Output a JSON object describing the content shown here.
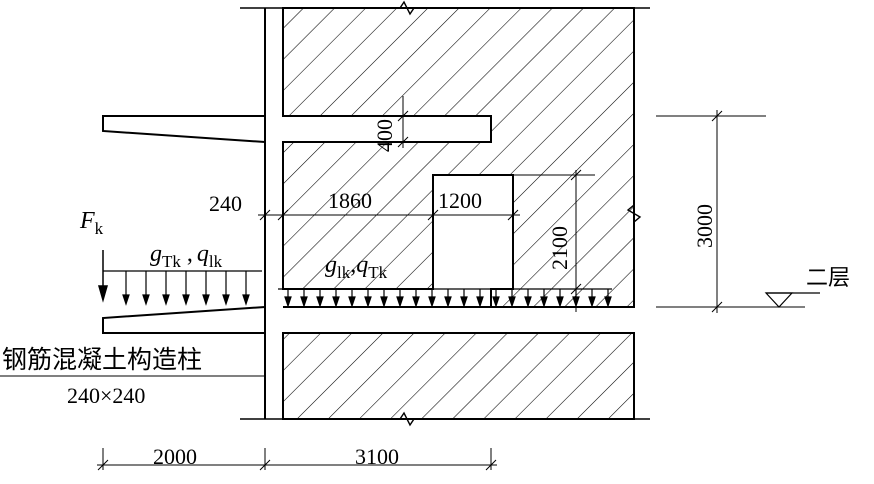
{
  "dimensions": {
    "ledge_thickness": "400",
    "column_width": "240",
    "wall_segment": "1860",
    "opening_width": "1200",
    "opening_height": "2100",
    "storey_height": "3000",
    "cantilever_span": "2000",
    "bay_span": "3100"
  },
  "loads": {
    "point_load_main": "F",
    "point_load_sub": "k",
    "cantilever_load_g_main": "g",
    "cantilever_load_g_sub": "Tk",
    "cantilever_load_sep": " ,",
    "cantilever_load_q_main": "q",
    "cantilever_load_q_sub": "lk",
    "beam_load_g_main": "g",
    "beam_load_g_sub": "lk",
    "beam_load_sep": ",",
    "beam_load_q_main": "q",
    "beam_load_q_sub": "Tk"
  },
  "labels": {
    "floor_level": "二层",
    "column_name": "钢筋混凝土构造柱",
    "column_size": "240×240"
  }
}
